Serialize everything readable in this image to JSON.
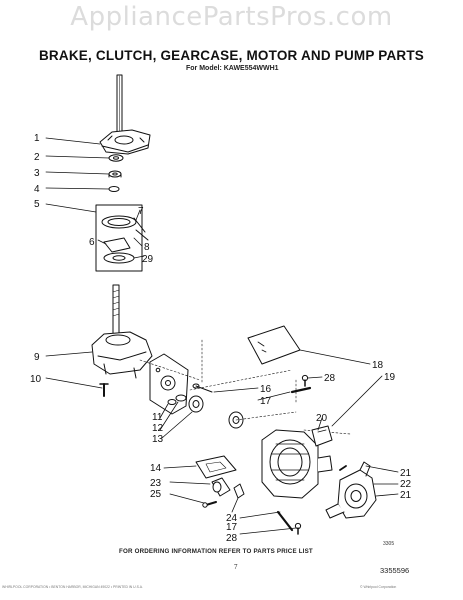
{
  "watermark": "AppliancePartsPros.com",
  "title": "BRAKE, CLUTCH, GEARCASE, MOTOR AND PUMP PARTS",
  "model_line": "For Model: KAWE554WWH1",
  "callouts": {
    "c1": "1",
    "c2": "2",
    "c3": "3",
    "c4": "4",
    "c5": "5",
    "c6": "6",
    "c7": "7",
    "c8": "8",
    "c29": "29",
    "c9": "9",
    "c10": "10",
    "c11": "11",
    "c12": "12",
    "c13": "13",
    "c16": "16",
    "c17a": "17",
    "c18": "18",
    "c28a": "28",
    "c19": "19",
    "c20": "20",
    "c21a": "21",
    "c22": "22",
    "c21b": "21",
    "c14": "14",
    "c23": "23",
    "c25": "25",
    "c24": "24",
    "c17b": "17",
    "c28b": "28"
  },
  "footer_note": "FOR ORDERING INFORMATION REFER TO PARTS PRICE LIST",
  "page_number": "7",
  "part_number": "3355596",
  "small_code": "3305",
  "legal_left": "WHIRLPOOL CORPORATION • BENTON HARBOR, MICHIGAN 49022 • PRINTED IN U.S.A.",
  "legal_right": "© Whirlpool Corporation"
}
